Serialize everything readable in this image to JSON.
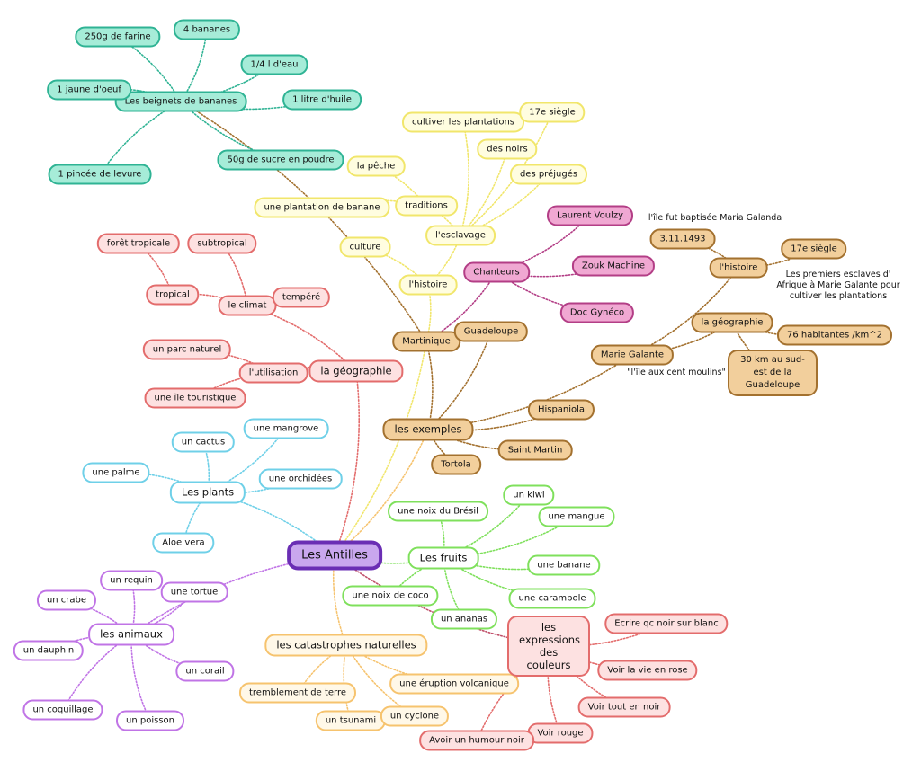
{
  "root": {
    "id": "root",
    "label": "Les Antilles",
    "theme": "root"
  },
  "colors": {
    "teal": "#2fb394",
    "yellow": "#f1e66b",
    "pink": "#b33e86",
    "brown": "#a3712f",
    "red": "#e36c6c",
    "cyan": "#6fd0e8",
    "green": "#7fe05c",
    "purple": "#c074e6",
    "orange": "#f6c36e"
  },
  "nodes": [
    {
      "id": "beignets",
      "label": "Les beignets de bananes",
      "theme": "teal"
    },
    {
      "id": "farine",
      "label": "250g de farine",
      "theme": "teal"
    },
    {
      "id": "bananes4",
      "label": "4 bananes",
      "theme": "teal"
    },
    {
      "id": "deau",
      "label": "1/4 l d'eau",
      "theme": "teal"
    },
    {
      "id": "oeuf",
      "label": "1 jaune d'oeuf",
      "theme": "teal"
    },
    {
      "id": "huile",
      "label": "1 litre d'huile",
      "theme": "teal"
    },
    {
      "id": "sucre",
      "label": "50g de sucre en poudre",
      "theme": "teal"
    },
    {
      "id": "levure",
      "label": "1 pincée de levure",
      "theme": "teal"
    },
    {
      "id": "histoire",
      "label": "l'histoire",
      "theme": "yellow"
    },
    {
      "id": "esclavage",
      "label": "l'esclavage",
      "theme": "yellow"
    },
    {
      "id": "traditions",
      "label": "traditions",
      "theme": "yellow"
    },
    {
      "id": "culture",
      "label": "culture",
      "theme": "yellow"
    },
    {
      "id": "peche",
      "label": "la pêche",
      "theme": "yellow"
    },
    {
      "id": "plantation",
      "label": "une plantation de banane",
      "theme": "yellow"
    },
    {
      "id": "cultiver",
      "label": "cultiver les plantations",
      "theme": "yellow"
    },
    {
      "id": "noirs",
      "label": "des noirs",
      "theme": "yellow"
    },
    {
      "id": "siecle17",
      "label": "17e siègle",
      "theme": "yellow"
    },
    {
      "id": "prejuges",
      "label": "des préjugés",
      "theme": "yellow"
    },
    {
      "id": "chanteurs",
      "label": "Chanteurs",
      "theme": "pink"
    },
    {
      "id": "voulzy",
      "label": "Laurent Voulzy",
      "theme": "pink"
    },
    {
      "id": "zouk",
      "label": "Zouk Machine",
      "theme": "pink"
    },
    {
      "id": "gyneco",
      "label": "Doc Gynéco",
      "theme": "pink"
    },
    {
      "id": "martinique",
      "label": "Martinique",
      "theme": "brown"
    },
    {
      "id": "guadeloupe",
      "label": "Guadeloupe",
      "theme": "brown"
    },
    {
      "id": "exemples",
      "label": "les exemples",
      "theme": "brown"
    },
    {
      "id": "hispaniola",
      "label": "Hispaniola",
      "theme": "brown"
    },
    {
      "id": "saintmartin",
      "label": "Saint Martin",
      "theme": "brown"
    },
    {
      "id": "tortola",
      "label": "Tortola",
      "theme": "brown"
    },
    {
      "id": "mariegalante",
      "label": "Marie Galante",
      "theme": "brown"
    },
    {
      "id": "mg_histoire",
      "label": "l'histoire",
      "theme": "brown"
    },
    {
      "id": "date1493",
      "label": "3.11.1493",
      "theme": "brown"
    },
    {
      "id": "mg_siecle17",
      "label": "17e siègle",
      "theme": "brown"
    },
    {
      "id": "mg_geo",
      "label": "la géographie",
      "theme": "brown"
    },
    {
      "id": "habitants",
      "label": "76 habitantes /km^2",
      "theme": "brown"
    },
    {
      "id": "km30",
      "label": "30 km au sud-est de la Guadeloupe",
      "theme": "brown"
    },
    {
      "id": "geographie",
      "label": "la géographie",
      "theme": "red"
    },
    {
      "id": "climat",
      "label": "le climat",
      "theme": "red"
    },
    {
      "id": "tropical",
      "label": "tropical",
      "theme": "red"
    },
    {
      "id": "foret",
      "label": "forêt tropicale",
      "theme": "red"
    },
    {
      "id": "subtropical",
      "label": "subtropical",
      "theme": "red"
    },
    {
      "id": "tempere",
      "label": "tempéré",
      "theme": "red"
    },
    {
      "id": "utilisation",
      "label": "l'utilisation",
      "theme": "red"
    },
    {
      "id": "parc",
      "label": "un parc naturel",
      "theme": "red"
    },
    {
      "id": "ile",
      "label": "une île touristique",
      "theme": "red"
    },
    {
      "id": "plants",
      "label": "Les plants",
      "theme": "cyan"
    },
    {
      "id": "cactus",
      "label": "un cactus",
      "theme": "cyan"
    },
    {
      "id": "mangrove",
      "label": "une mangrove",
      "theme": "cyan"
    },
    {
      "id": "palme",
      "label": "une palme",
      "theme": "cyan"
    },
    {
      "id": "orchidees",
      "label": "une orchidées",
      "theme": "cyan"
    },
    {
      "id": "aloe",
      "label": "Aloe vera",
      "theme": "cyan"
    },
    {
      "id": "fruits",
      "label": "Les fruits",
      "theme": "green"
    },
    {
      "id": "noixbresil",
      "label": "une noix du Brésil",
      "theme": "green"
    },
    {
      "id": "kiwi",
      "label": "un kiwi",
      "theme": "green"
    },
    {
      "id": "mangue",
      "label": "une mangue",
      "theme": "green"
    },
    {
      "id": "banane",
      "label": "une banane",
      "theme": "green"
    },
    {
      "id": "carambole",
      "label": "une carambole",
      "theme": "green"
    },
    {
      "id": "coco",
      "label": "une noix de coco",
      "theme": "green"
    },
    {
      "id": "ananas",
      "label": "un ananas",
      "theme": "green"
    },
    {
      "id": "animaux",
      "label": "les animaux",
      "theme": "purple"
    },
    {
      "id": "requin",
      "label": "un requin",
      "theme": "purple"
    },
    {
      "id": "crabe",
      "label": "un crabe",
      "theme": "purple"
    },
    {
      "id": "tortue",
      "label": "une tortue",
      "theme": "purple"
    },
    {
      "id": "dauphin",
      "label": "un dauphin",
      "theme": "purple"
    },
    {
      "id": "corail",
      "label": "un corail",
      "theme": "purple"
    },
    {
      "id": "coquillage",
      "label": "un coquillage",
      "theme": "purple"
    },
    {
      "id": "poisson",
      "label": "un poisson",
      "theme": "purple"
    },
    {
      "id": "catastrophes",
      "label": "les catastrophes naturelles",
      "theme": "orange"
    },
    {
      "id": "tremblement",
      "label": "tremblement de terre",
      "theme": "orange"
    },
    {
      "id": "tsunami",
      "label": "un tsunami",
      "theme": "orange"
    },
    {
      "id": "cyclone",
      "label": "un cyclone",
      "theme": "orange"
    },
    {
      "id": "eruption",
      "label": "une éruption volcanique",
      "theme": "orange"
    },
    {
      "id": "expressions",
      "label": "les expressions des couleurs",
      "theme": "red"
    },
    {
      "id": "ecrire",
      "label": "Ecrire qc noir sur blanc",
      "theme": "red"
    },
    {
      "id": "vierose",
      "label": "Voir la vie en rose",
      "theme": "red"
    },
    {
      "id": "toutnoir",
      "label": "Voir tout en noir",
      "theme": "red"
    },
    {
      "id": "voirrouge",
      "label": "Voir rouge",
      "theme": "red"
    },
    {
      "id": "humour",
      "label": "Avoir un humour noir",
      "theme": "red"
    }
  ],
  "notes": [
    {
      "id": "note_bapt",
      "label": "l'île fut baptisée Maria Galanda"
    },
    {
      "id": "note_escl",
      "label": "Les premiers esclaves d' Afrique à Marie Galante pour cultiver les plantations"
    },
    {
      "id": "note_cent",
      "label": "\"l'île aux cent moulins\""
    }
  ]
}
